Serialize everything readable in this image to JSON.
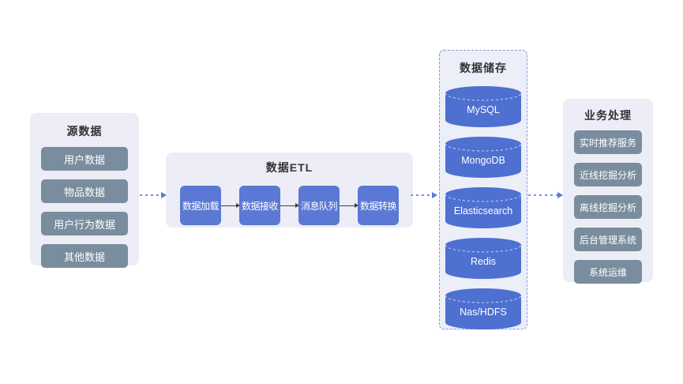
{
  "colors": {
    "page_bg": "#ffffff",
    "panel_bg": "#ecedf6",
    "storage_panel_bg": "#eceef8",
    "storage_panel_border": "#8099e2",
    "blue_node": "#5b79d4",
    "cylinder_blue": "#4e70d1",
    "gray_node": "#7a8d9e",
    "title_text": "#333333",
    "node_text": "#ffffff",
    "dashed_connector": "#7b93dd",
    "solid_arrow": "#404040"
  },
  "source": {
    "title": "源数据",
    "items": [
      "用户数据",
      "物品数据",
      "用户行为数据",
      "其他数据"
    ]
  },
  "etl": {
    "title": "数据ETL",
    "steps": [
      "数据加载",
      "数据接收",
      "消息队列",
      "数据转换"
    ]
  },
  "storage": {
    "title": "数据储存",
    "items": [
      "MySQL",
      "MongoDB",
      "Elasticsearch",
      "Redis",
      "Nas/HDFS"
    ]
  },
  "business": {
    "title": "业务处理",
    "items": [
      "实时推荐服务",
      "近线挖掘分析",
      "离线挖掘分析",
      "后台管理系统",
      "系统运维"
    ]
  }
}
